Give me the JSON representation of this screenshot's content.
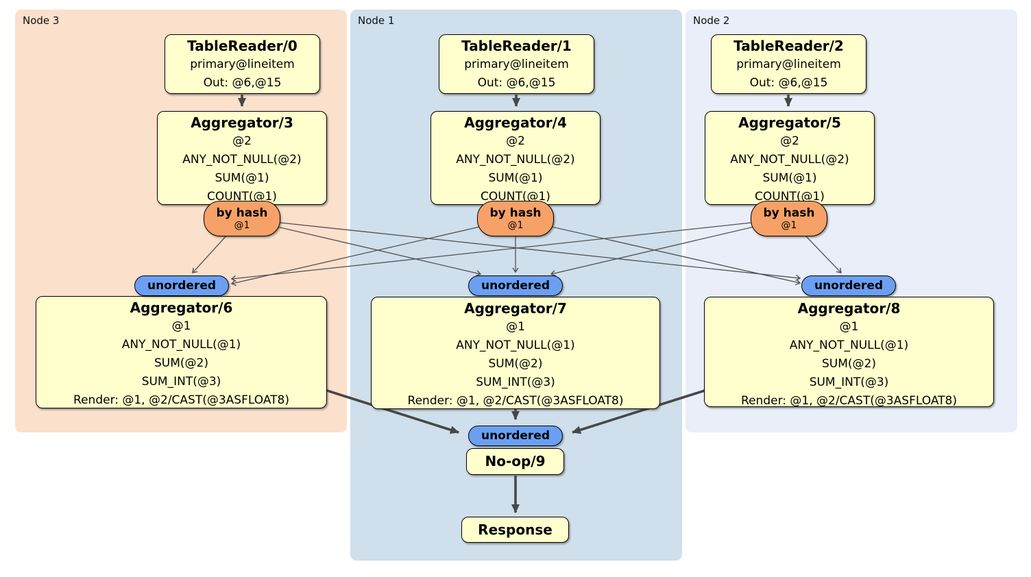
{
  "colors": {
    "node3_background": "#fbe0cc",
    "node1_background": "#cfdfeb",
    "node2_background": "#e9eef8",
    "processor_box_fill": "#ffffcd",
    "router_fill": "#f6a167",
    "sync_fill": "#6b9ff2",
    "thin_edge": "#4f4f4f",
    "thick_edge": "#474747"
  },
  "nodes": [
    {
      "label": "Node 3",
      "table_reader": {
        "title": "TableReader/0",
        "lines": [
          "primary@lineitem",
          "Out: @6,@15"
        ]
      },
      "stage1_aggregator": {
        "title": "Aggregator/3",
        "lines": [
          "@2",
          "ANY_NOT_NULL(@2)",
          "SUM(@1)",
          "COUNT(@1)"
        ]
      },
      "router": {
        "label": "by hash",
        "detail": "@1"
      },
      "sync": {
        "label": "unordered"
      },
      "stage2_aggregator": {
        "title": "Aggregator/6",
        "lines": [
          "@1",
          "ANY_NOT_NULL(@1)",
          "SUM(@2)",
          "SUM_INT(@3)",
          "Render: @1, @2/CAST(@3ASFLOAT8)"
        ]
      }
    },
    {
      "label": "Node 1",
      "table_reader": {
        "title": "TableReader/1",
        "lines": [
          "primary@lineitem",
          "Out: @6,@15"
        ]
      },
      "stage1_aggregator": {
        "title": "Aggregator/4",
        "lines": [
          "@2",
          "ANY_NOT_NULL(@2)",
          "SUM(@1)",
          "COUNT(@1)"
        ]
      },
      "router": {
        "label": "by hash",
        "detail": "@1"
      },
      "sync": {
        "label": "unordered"
      },
      "stage2_aggregator": {
        "title": "Aggregator/7",
        "lines": [
          "@1",
          "ANY_NOT_NULL(@1)",
          "SUM(@2)",
          "SUM_INT(@3)",
          "Render: @1, @2/CAST(@3ASFLOAT8)"
        ]
      },
      "final_sync": {
        "label": "unordered"
      },
      "noop": {
        "title": "No-op/9"
      },
      "response": {
        "title": "Response"
      }
    },
    {
      "label": "Node 2",
      "table_reader": {
        "title": "TableReader/2",
        "lines": [
          "primary@lineitem",
          "Out: @6,@15"
        ]
      },
      "stage1_aggregator": {
        "title": "Aggregator/5",
        "lines": [
          "@2",
          "ANY_NOT_NULL(@2)",
          "SUM(@1)",
          "COUNT(@1)"
        ]
      },
      "router": {
        "label": "by hash",
        "detail": "@1"
      },
      "sync": {
        "label": "unordered"
      },
      "stage2_aggregator": {
        "title": "Aggregator/8",
        "lines": [
          "@1",
          "ANY_NOT_NULL(@1)",
          "SUM(@2)",
          "SUM_INT(@3)",
          "Render: @1, @2/CAST(@3ASFLOAT8)"
        ]
      }
    }
  ]
}
